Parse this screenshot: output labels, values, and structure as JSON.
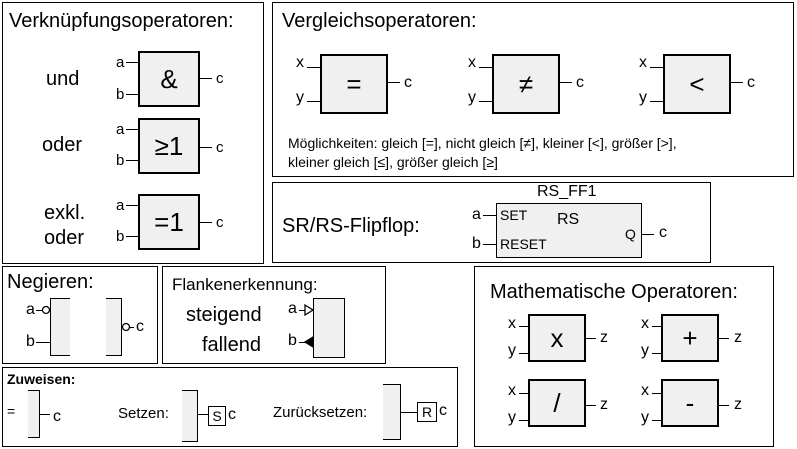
{
  "logic": {
    "title": "Verknüpfungsoperatoren:",
    "und": {
      "label": "und",
      "symbol": "&",
      "in_a": "a",
      "in_b": "b",
      "out": "c"
    },
    "oder": {
      "label": "oder",
      "symbol": "≥1",
      "in_a": "a",
      "in_b": "b",
      "out": "c"
    },
    "xor": {
      "label1": "exkl.",
      "label2": "oder",
      "symbol": "=1",
      "in_a": "a",
      "in_b": "b",
      "out": "c"
    }
  },
  "compare": {
    "title": "Vergleichsoperatoren:",
    "ops": [
      {
        "symbol": "=",
        "in_x": "x",
        "in_y": "y",
        "out": "c"
      },
      {
        "symbol": "≠",
        "in_x": "x",
        "in_y": "y",
        "out": "c"
      },
      {
        "symbol": "<",
        "in_x": "x",
        "in_y": "y",
        "out": "c"
      }
    ],
    "note_line1": "Möglichkeiten: gleich [=], nicht gleich [≠], kleiner [<], größer [>],",
    "note_line2": "kleiner gleich [≤], größer gleich [≥]"
  },
  "flipflop": {
    "label": "SR/RS-Flipflop:",
    "name": "RS_FF1",
    "type": "RS",
    "set": "SET",
    "reset": "RESET",
    "q": "Q",
    "in_a": "a",
    "in_b": "b",
    "out": "c"
  },
  "negate": {
    "title": "Negieren:",
    "in_a": "a",
    "in_b": "b",
    "out": "c"
  },
  "edge": {
    "title": "Flankenerkennung:",
    "rising": "steigend",
    "falling": "fallend",
    "in_a": "a",
    "in_b": "b"
  },
  "assign": {
    "title": "Zuweisen:",
    "eq": "=",
    "eq_out": "c",
    "set_label": "Setzen:",
    "set_symbol": "S",
    "set_out": "c",
    "reset_label": "Zurücksetzen:",
    "reset_symbol": "R",
    "reset_out": "c"
  },
  "math": {
    "title": "Mathematische Operatoren:",
    "ops": [
      {
        "symbol": "x",
        "in_x": "x",
        "in_y": "y",
        "out": "z"
      },
      {
        "symbol": "+",
        "in_x": "x",
        "in_y": "y",
        "out": "z"
      },
      {
        "symbol": "/",
        "in_x": "x",
        "in_y": "y",
        "out": "z"
      },
      {
        "symbol": "-",
        "in_x": "x",
        "in_y": "y",
        "out": "z"
      }
    ]
  }
}
